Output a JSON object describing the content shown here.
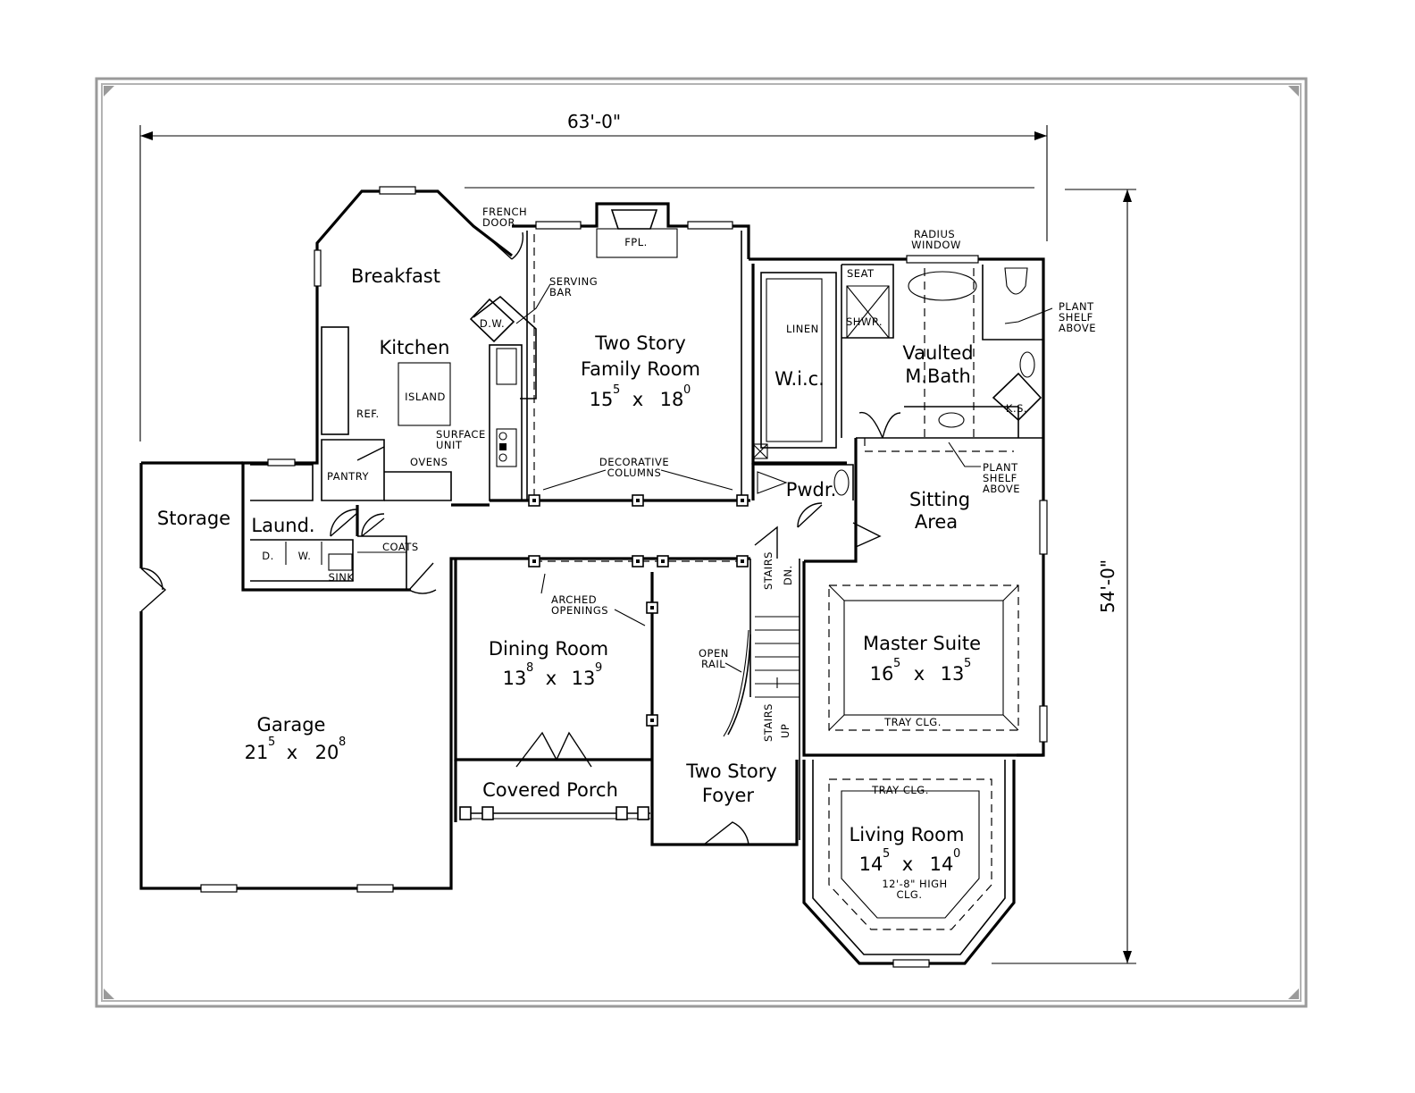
{
  "dimensions": {
    "width": "63'-0\"",
    "depth": "54'-0\""
  },
  "rooms": {
    "breakfast": {
      "name": "Breakfast"
    },
    "kitchen": {
      "name": "Kitchen"
    },
    "family": {
      "line1": "Two Story",
      "line2": "Family Room",
      "w": "15",
      "w_in": "5",
      "d": "18",
      "d_in": "0"
    },
    "wic": {
      "name": "W.i.c."
    },
    "mbath": {
      "line1": "Vaulted",
      "line2": "M.Bath"
    },
    "sitting": {
      "line1": "Sitting",
      "line2": "Area"
    },
    "storage": {
      "name": "Storage"
    },
    "laundry": {
      "name": "Laund."
    },
    "pwdr": {
      "name": "Pwdr."
    },
    "master": {
      "name": "Master Suite",
      "w": "16",
      "w_in": "5",
      "d": "13",
      "d_in": "5"
    },
    "dining": {
      "name": "Dining Room",
      "w": "13",
      "w_in": "8",
      "d": "13",
      "d_in": "9"
    },
    "garage": {
      "name": "Garage",
      "w": "21",
      "w_in": "5",
      "d": "20",
      "d_in": "8"
    },
    "porch": {
      "name": "Covered Porch"
    },
    "foyer": {
      "line1": "Two Story",
      "line2": "Foyer"
    },
    "living": {
      "name": "Living Room",
      "w": "14",
      "w_in": "5",
      "d": "14",
      "d_in": "0"
    }
  },
  "separator": "x",
  "notes": {
    "french_door": [
      "FRENCH",
      "DOOR"
    ],
    "fpl": "FPL.",
    "serving_bar": [
      "SERVING",
      "BAR"
    ],
    "dw": "D.W.",
    "island": "ISLAND",
    "ref": "REF.",
    "surface_unit": [
      "SURFACE",
      "UNIT"
    ],
    "ovens": "OVENS",
    "pantry": "PANTRY",
    "decorative_columns": [
      "DECORATIVE",
      "COLUMNS"
    ],
    "radius_window": [
      "RADIUS",
      "WINDOW"
    ],
    "seat": "SEAT",
    "shwr": "SHWR.",
    "linen": "LINEN",
    "plant_shelf_1": [
      "PLANT",
      "SHELF",
      "ABOVE"
    ],
    "plant_shelf_2": [
      "PLANT",
      "SHELF",
      "ABOVE"
    ],
    "ks": "K.S.",
    "dryer": "D.",
    "washer": "W.",
    "sink": "SINK",
    "coats": "COATS",
    "stairs_dn": [
      "STAIRS",
      "DN."
    ],
    "stairs_up": [
      "STAIRS",
      "UP"
    ],
    "arched_openings": [
      "ARCHED",
      "OPENINGS"
    ],
    "open_rail": [
      "OPEN",
      "RAIL"
    ],
    "tray_clg_master": "TRAY CLG.",
    "tray_clg_living": "TRAY CLG.",
    "high_clg": [
      "12'-8\" HIGH",
      "CLG."
    ]
  }
}
